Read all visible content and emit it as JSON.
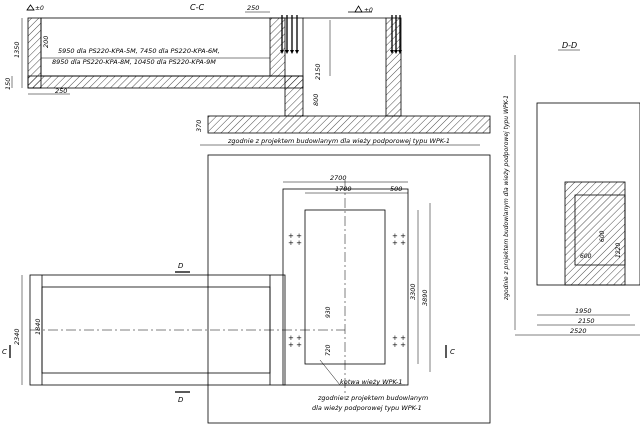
{
  "section_cc": {
    "title": "C-C",
    "level_mark": "±0",
    "dim_250_top": "250",
    "dim_250_bottom": "250",
    "dim_1350": "1350",
    "dim_150": "150",
    "dim_200": "200",
    "length_line_1": "5950 dla PS220-KPA-5M, 7450 dla PS220-KPA-6M,",
    "length_line_2": "8950 dla PS220-KPA-8M, 10450 dla PS220-KPA-9M",
    "dim_2150": "2150",
    "dim_800": "800",
    "dim_370": "370",
    "note_foundation": "zgodnie z projektem budowlanym dla wieży podporowej typu WPK-1"
  },
  "section_dd": {
    "title": "D-D",
    "note_vertical": "zgodnie z projektem budowlanym dla wieży podporowej typu WPK-1",
    "dim_600_v": "600",
    "dim_1220": "1220",
    "dim_600_h": "600",
    "dim_1950": "1950",
    "dim_2150": "2150",
    "dim_2520": "2520"
  },
  "plan": {
    "dim_2700": "2700",
    "dim_1700": "1700",
    "dim_500": "500",
    "dim_3300": "3300",
    "dim_3890": "3890",
    "dim_930": "930",
    "dim_720": "720",
    "dim_2340": "2340",
    "dim_1840": "1840",
    "cut_d": "D",
    "cut_c": "C",
    "label_tower_foundation": "kotwa wieży WPK-1",
    "note_line_1": "zgodnie z projektem budowlanym",
    "note_line_2": "dla wieży podporowej typu WPK-1"
  }
}
